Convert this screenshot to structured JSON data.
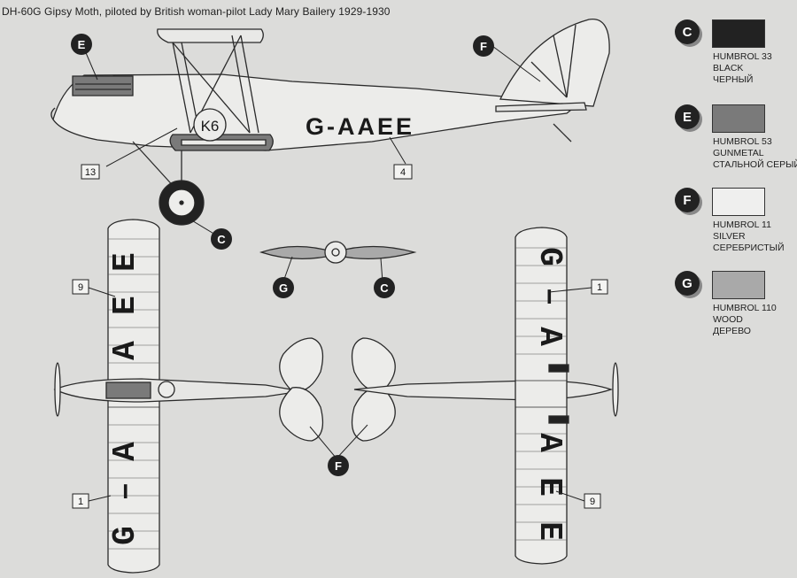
{
  "title": "DH-60G Gipsy Moth, piloted by British woman-pilot Lady Mary Bailery 1929-1930",
  "registration": "G-AAEE",
  "registration_parts": {
    "g": "G",
    "dash": "–",
    "a": "A",
    "e": "E",
    "aa": "AAEE"
  },
  "fuselage_code": "K6",
  "paint_badges": {
    "c": "C",
    "e": "E",
    "f": "F",
    "g": "G"
  },
  "decal_numbers": {
    "d1": "1",
    "d4": "4",
    "d9": "9",
    "d13": "13"
  },
  "legend": [
    {
      "badge": "C",
      "color": "#222222",
      "line1": "HUMBROL 33",
      "line2": "BLACK",
      "line3": "ЧЕРНЫЙ"
    },
    {
      "badge": "E",
      "color": "#7a7a7a",
      "line1": "HUMBROL 53",
      "line2": "GUNMETAL",
      "line3": "СТАЛЬНОЙ СЕРЫЙ"
    },
    {
      "badge": "F",
      "color": "#efefee",
      "line1": "HUMBROL 11",
      "line2": "SILVER",
      "line3": "СЕРЕБРИСТЫЙ"
    },
    {
      "badge": "G",
      "color": "#a9a9a9",
      "line1": "HUMBROL 110",
      "line2": "WOOD",
      "line3": "ДЕРЕВО"
    }
  ]
}
